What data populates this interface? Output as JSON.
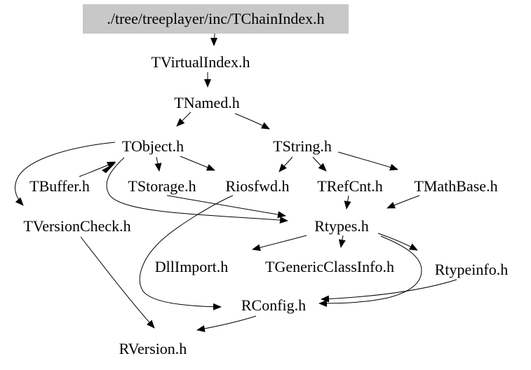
{
  "graph": {
    "colors": {
      "background": "#ffffff",
      "root_fill": "#c8c8c8",
      "edge": "#000000",
      "text": "#000000"
    },
    "nodes": [
      {
        "id": "tchainindex",
        "label": "./tree/treeplayer/inc/TChainIndex.h"
      },
      {
        "id": "tvirtualindex",
        "label": "TVirtualIndex.h"
      },
      {
        "id": "tnamed",
        "label": "TNamed.h"
      },
      {
        "id": "tobject",
        "label": "TObject.h"
      },
      {
        "id": "tstring",
        "label": "TString.h"
      },
      {
        "id": "tbuffer",
        "label": "TBuffer.h"
      },
      {
        "id": "tstorage",
        "label": "TStorage.h"
      },
      {
        "id": "riosfwd",
        "label": "Riosfwd.h"
      },
      {
        "id": "trefcnt",
        "label": "TRefCnt.h"
      },
      {
        "id": "tmathbase",
        "label": "TMathBase.h"
      },
      {
        "id": "tversioncheck",
        "label": "TVersionCheck.h"
      },
      {
        "id": "rtypes",
        "label": "Rtypes.h"
      },
      {
        "id": "dllimport",
        "label": "DllImport.h"
      },
      {
        "id": "tgenericclassinfo",
        "label": "TGenericClassInfo.h"
      },
      {
        "id": "rtypeinfo",
        "label": "Rtypeinfo.h"
      },
      {
        "id": "rconfig",
        "label": "RConfig.h"
      },
      {
        "id": "rversion",
        "label": "RVersion.h"
      }
    ],
    "edges": [
      {
        "from": "TChainIndex.h",
        "to": "TVirtualIndex.h"
      },
      {
        "from": "TVirtualIndex.h",
        "to": "TNamed.h"
      },
      {
        "from": "TNamed.h",
        "to": "TObject.h"
      },
      {
        "from": "TNamed.h",
        "to": "TString.h"
      },
      {
        "from": "TObject.h",
        "to": "TStorage.h"
      },
      {
        "from": "TObject.h",
        "to": "Riosfwd.h"
      },
      {
        "from": "TObject.h",
        "to": "TVersionCheck.h"
      },
      {
        "from": "TObject.h",
        "to": "Rtypes.h"
      },
      {
        "from": "TBuffer.h",
        "to": "TObject.h"
      },
      {
        "from": "TStorage.h",
        "to": "Rtypes.h"
      },
      {
        "from": "TString.h",
        "to": "Riosfwd.h"
      },
      {
        "from": "TString.h",
        "to": "TRefCnt.h"
      },
      {
        "from": "TString.h",
        "to": "TMathBase.h"
      },
      {
        "from": "TRefCnt.h",
        "to": "Rtypes.h"
      },
      {
        "from": "TMathBase.h",
        "to": "Rtypes.h"
      },
      {
        "from": "Riosfwd.h",
        "to": "RConfig.h"
      },
      {
        "from": "Rtypes.h",
        "to": "DllImport.h"
      },
      {
        "from": "Rtypes.h",
        "to": "TGenericClassInfo.h"
      },
      {
        "from": "Rtypes.h",
        "to": "Rtypeinfo.h"
      },
      {
        "from": "Rtypes.h",
        "to": "RConfig.h"
      },
      {
        "from": "Rtypeinfo.h",
        "to": "RConfig.h"
      },
      {
        "from": "RConfig.h",
        "to": "RVersion.h"
      },
      {
        "from": "TVersionCheck.h",
        "to": "RVersion.h"
      }
    ]
  }
}
